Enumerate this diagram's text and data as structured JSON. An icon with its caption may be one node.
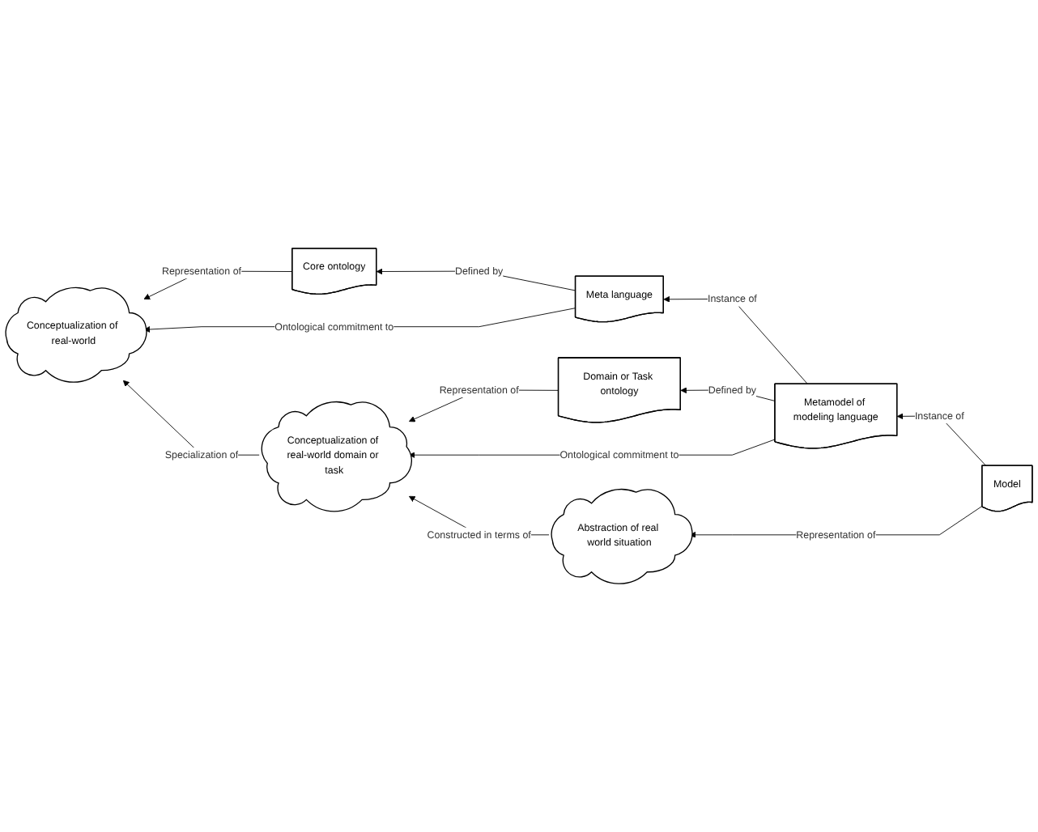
{
  "diagram": {
    "nodes": [
      {
        "text": [
          "Conceptualization of real-world"
        ]
      },
      {
        "text": [
          "Core ontology"
        ]
      },
      {
        "text": [
          "Meta language"
        ]
      },
      {
        "text": [
          "Conceptualization of real-world domain or task"
        ]
      },
      {
        "text": [
          "Domain or Task ontology"
        ]
      },
      {
        "text": [
          "Metamodel of modeling language"
        ]
      },
      {
        "text": [
          "Abstraction of real world situation"
        ]
      },
      {
        "text": [
          "Model"
        ]
      }
    ],
    "edges": [
      {
        "from": 1,
        "to": 0,
        "arrow": "to",
        "label": "Representation of"
      },
      {
        "from": 2,
        "to": 1,
        "arrow": "to",
        "label": "Defined by"
      },
      {
        "from": 2,
        "to": 0,
        "arrow": "to",
        "label": "Ontological commitment to"
      },
      {
        "from": 3,
        "to": 0,
        "arrow": "to",
        "label": "Specialization of"
      },
      {
        "from": 4,
        "to": 3,
        "arrow": "to",
        "label": "Representation of"
      },
      {
        "from": 5,
        "to": 4,
        "arrow": "to",
        "label": "Defined by"
      },
      {
        "from": 5,
        "to": 2,
        "arrow": "to",
        "label": "Instance of"
      },
      {
        "from": 5,
        "to": 3,
        "arrow": "to",
        "label": "Ontological commitment to"
      },
      {
        "from": 6,
        "to": 3,
        "arrow": "to",
        "label": "Constructed in terms of"
      },
      {
        "from": 7,
        "to": 5,
        "arrow": "to",
        "label": "Instance of"
      },
      {
        "from": 7,
        "to": 6,
        "arrow": "to",
        "label": "Representation of"
      }
    ]
  }
}
